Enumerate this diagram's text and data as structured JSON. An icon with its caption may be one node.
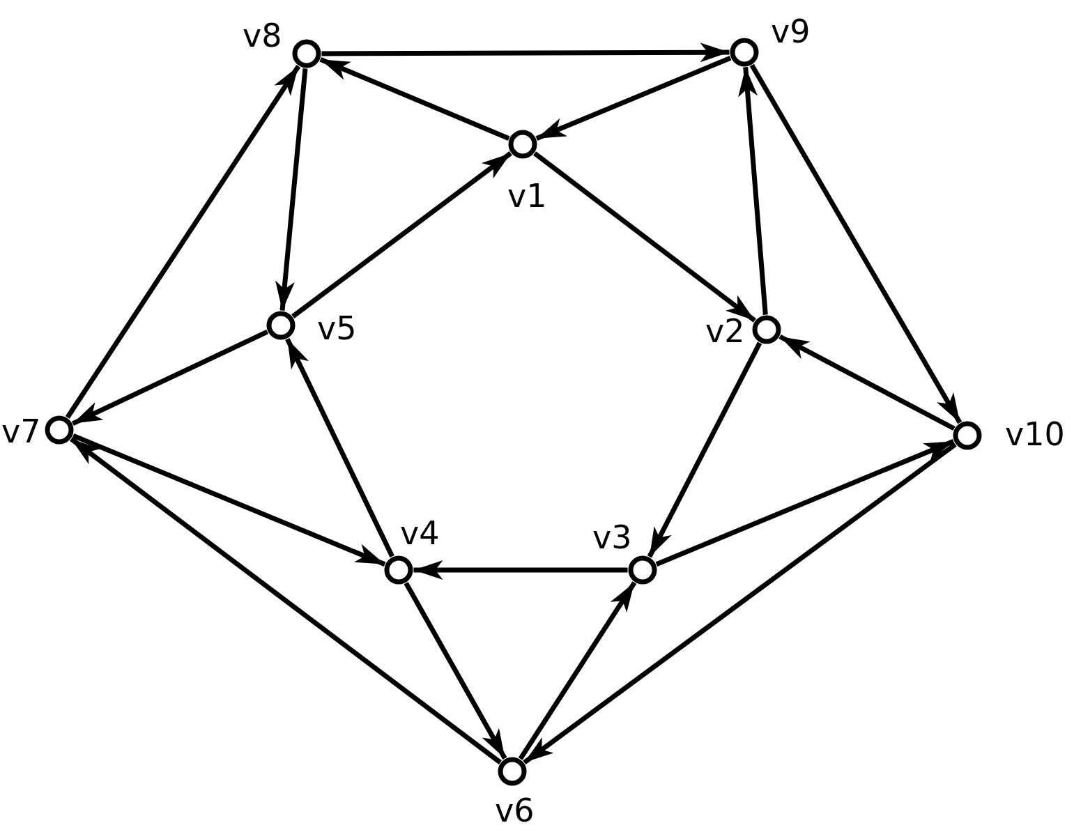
{
  "diagram": {
    "nodes": [
      {
        "text": [],
        "shape": "circle",
        "beside": [
          "v1"
        ]
      },
      {
        "text": [],
        "shape": "circle",
        "beside": [
          "v2"
        ]
      },
      {
        "text": [],
        "shape": "circle",
        "beside": [
          "v3"
        ]
      },
      {
        "text": [],
        "shape": "circle",
        "beside": [
          "v4"
        ]
      },
      {
        "text": [],
        "shape": "circle",
        "beside": [
          "v5"
        ]
      },
      {
        "text": [],
        "shape": "circle",
        "beside": [
          "v6"
        ]
      },
      {
        "text": [],
        "shape": "circle",
        "beside": [
          "v7"
        ]
      },
      {
        "text": [],
        "shape": "circle",
        "beside": [
          "v8"
        ]
      },
      {
        "text": [],
        "shape": "circle",
        "beside": [
          "v9"
        ]
      },
      {
        "text": [],
        "shape": "circle",
        "beside": [
          "v10"
        ]
      }
    ],
    "edges": [
      {
        "from": 7,
        "to": 8,
        "arrow": "to"
      },
      {
        "from": 0,
        "to": 7,
        "arrow": "to"
      },
      {
        "from": 8,
        "to": 0,
        "arrow": "to"
      },
      {
        "from": 0,
        "to": 1,
        "arrow": "to"
      },
      {
        "from": 1,
        "to": 8,
        "arrow": "to"
      },
      {
        "from": 8,
        "to": 9,
        "arrow": "to"
      },
      {
        "from": 9,
        "to": 1,
        "arrow": "to"
      },
      {
        "from": 1,
        "to": 2,
        "arrow": "to"
      },
      {
        "from": 2,
        "to": 9,
        "arrow": "to"
      },
      {
        "from": 9,
        "to": 5,
        "arrow": "to"
      },
      {
        "from": 2,
        "to": 3,
        "arrow": "to"
      },
      {
        "from": 5,
        "to": 2,
        "arrow": "to"
      },
      {
        "from": 3,
        "to": 5,
        "arrow": "to"
      },
      {
        "from": 3,
        "to": 4,
        "arrow": "to"
      },
      {
        "from": 4,
        "to": 0,
        "arrow": "to"
      },
      {
        "from": 7,
        "to": 4,
        "arrow": "to"
      },
      {
        "from": 4,
        "to": 6,
        "arrow": "to"
      },
      {
        "from": 6,
        "to": 7,
        "arrow": "to"
      },
      {
        "from": 6,
        "to": 3,
        "arrow": "to"
      },
      {
        "from": 5,
        "to": 6,
        "arrow": "to"
      }
    ]
  }
}
